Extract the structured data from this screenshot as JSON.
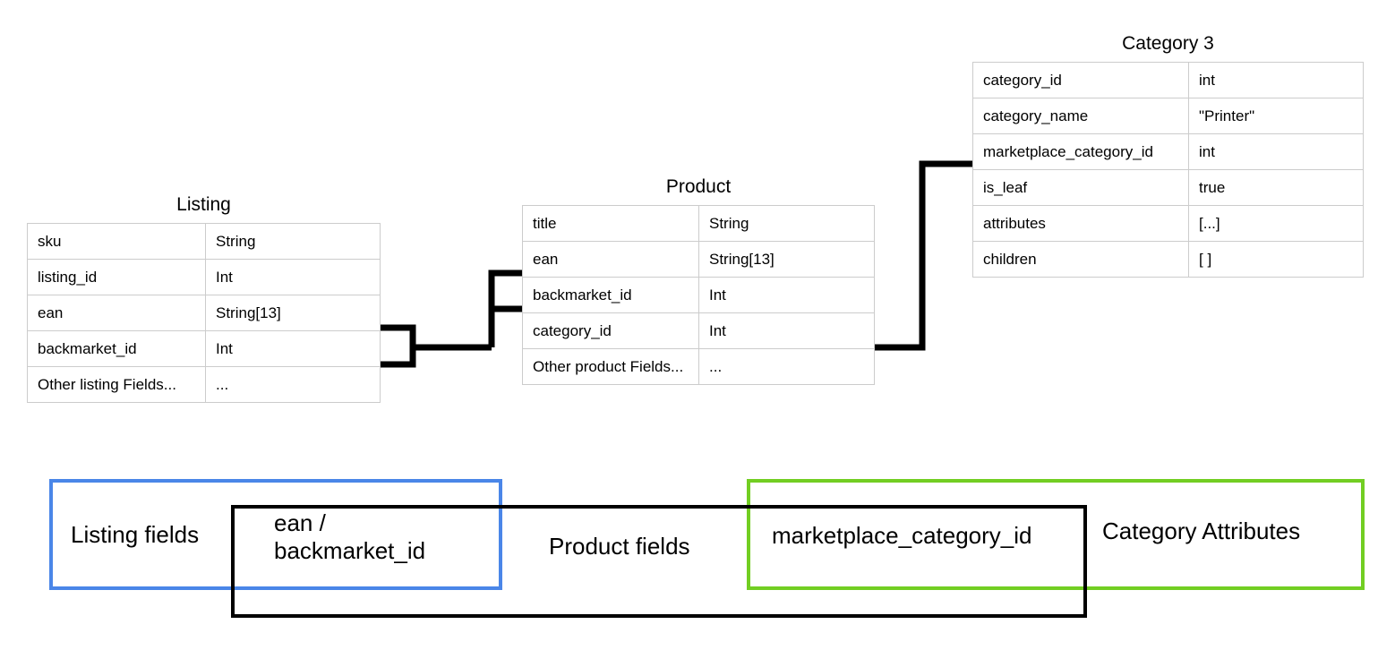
{
  "diagram": {
    "entities": [
      {
        "id": "listing",
        "title": "Listing",
        "rows": [
          {
            "name": "sku",
            "type": "String"
          },
          {
            "name": "listing_id",
            "type": "Int"
          },
          {
            "name": "ean",
            "type": "String[13]"
          },
          {
            "name": "backmarket_id",
            "type": "Int"
          },
          {
            "name": "Other listing Fields...",
            "type": "..."
          }
        ]
      },
      {
        "id": "product",
        "title": "Product",
        "rows": [
          {
            "name": "title",
            "type": "String"
          },
          {
            "name": "ean",
            "type": "String[13]"
          },
          {
            "name": "backmarket_id",
            "type": "Int"
          },
          {
            "name": "category_id",
            "type": "Int"
          },
          {
            "name": "Other product Fields...",
            "type": "..."
          }
        ]
      },
      {
        "id": "category",
        "title": "Category 3",
        "rows": [
          {
            "name": "category_id",
            "type": "int"
          },
          {
            "name": "category_name",
            "type": "\"Printer\""
          },
          {
            "name": "marketplace_category_id",
            "type": "int"
          },
          {
            "name": "is_leaf",
            "type": "true"
          },
          {
            "name": "attributes",
            "type": "[...]"
          },
          {
            "name": "children",
            "type": "[ ]"
          }
        ]
      }
    ],
    "bottom_band": {
      "listing_fields_label": "Listing fields",
      "shared_listing_product_label": "ean /\nbackmarket_id",
      "product_fields_label": "Product fields",
      "shared_product_category_label": "marketplace_category_id",
      "category_attributes_label": "Category Attributes"
    },
    "colors": {
      "listing_box_border": "#4a86e8",
      "category_box_border": "#72ce22",
      "shared_box_border": "#000000",
      "table_border": "#cccccc",
      "connector_line": "#000000",
      "text": "#000000",
      "background": "#ffffff"
    }
  }
}
